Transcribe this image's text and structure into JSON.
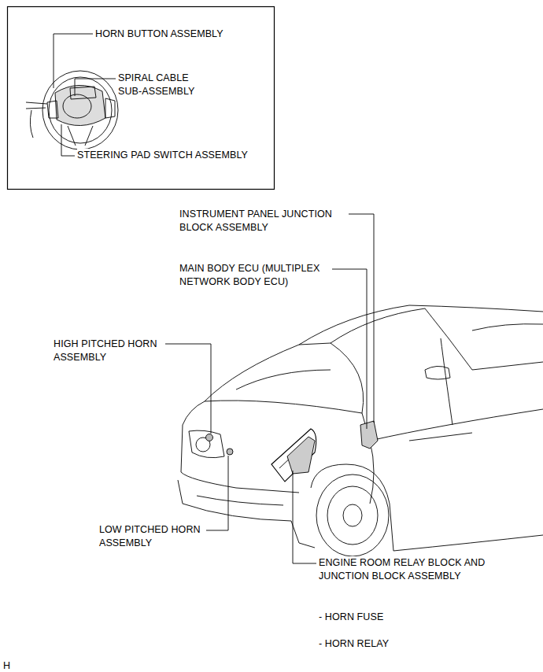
{
  "diagram": {
    "labels": [
      "HORN BUTTON ASSEMBLY",
      "SPIRAL CABLE SUB-ASSEMBLY",
      "STEERING PAD SWITCH ASSEMBLY",
      "INSTRUMENT PANEL JUNCTION BLOCK ASSEMBLY",
      "MAIN BODY ECU (MULTIPLEX NETWORK BODY ECU)",
      "HIGH PITCHED HORN ASSEMBLY",
      "LOW PITCHED HORN ASSEMBLY",
      "ENGINE ROOM RELAY BLOCK AND JUNCTION BLOCK ASSEMBLY",
      "- HORN FUSE",
      "- HORN RELAY",
      "H"
    ]
  }
}
